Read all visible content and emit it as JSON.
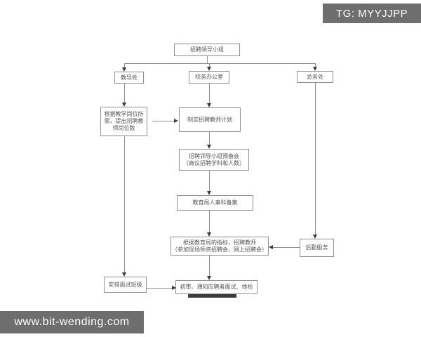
{
  "watermarks": {
    "top_right": "TG: MYYJJPP",
    "bottom_left": "www.bit-wending.com",
    "bar_color": "#6e6e6e",
    "text_color": "#ffffff"
  },
  "flowchart": {
    "type": "flowchart",
    "box_border_color": "#919191",
    "line_color": "#909090",
    "arrow_color": "#3c3c3c",
    "text_color": "#555555",
    "nodes": {
      "leader_group": {
        "label": "招聘领导小组"
      },
      "jiaodao": {
        "label": "教导处"
      },
      "xiaowu_office": {
        "label": "校务办公室"
      },
      "zongwu": {
        "label": "总务处"
      },
      "position_needs": {
        "label": "根据教学岗位所需，提出招聘教师岗位数"
      },
      "plan": {
        "label": "制定招聘教师计划"
      },
      "prep_meeting": {
        "line1": "招聘领导小组预备会",
        "line2": "（商议招聘学科和人数）"
      },
      "filing": {
        "label": "教育局人事科备案"
      },
      "recruit": {
        "line1": "根据教育局的指标，招聘教师",
        "line2": "（参加现场师资招聘会、网上招聘会）"
      },
      "logistics": {
        "label": "后勤服务"
      },
      "arrange_interview": {
        "label": "安排面试班级"
      },
      "final_step": {
        "label": "初审、通知应聘者面试、体检"
      }
    },
    "edges": [
      {
        "from": "leader_group",
        "to": "jiaodao"
      },
      {
        "from": "leader_group",
        "to": "xiaowu_office"
      },
      {
        "from": "leader_group",
        "to": "zongwu"
      },
      {
        "from": "jiaodao",
        "to": "position_needs"
      },
      {
        "from": "position_needs",
        "to": "plan"
      },
      {
        "from": "xiaowu_office",
        "to": "plan"
      },
      {
        "from": "plan",
        "to": "prep_meeting"
      },
      {
        "from": "prep_meeting",
        "to": "filing"
      },
      {
        "from": "filing",
        "to": "recruit"
      },
      {
        "from": "zongwu",
        "to": "logistics"
      },
      {
        "from": "logistics",
        "to": "recruit"
      },
      {
        "from": "position_needs",
        "to": "arrange_interview"
      },
      {
        "from": "arrange_interview",
        "to": "final_step"
      },
      {
        "from": "recruit",
        "to": "final_step"
      }
    ]
  }
}
